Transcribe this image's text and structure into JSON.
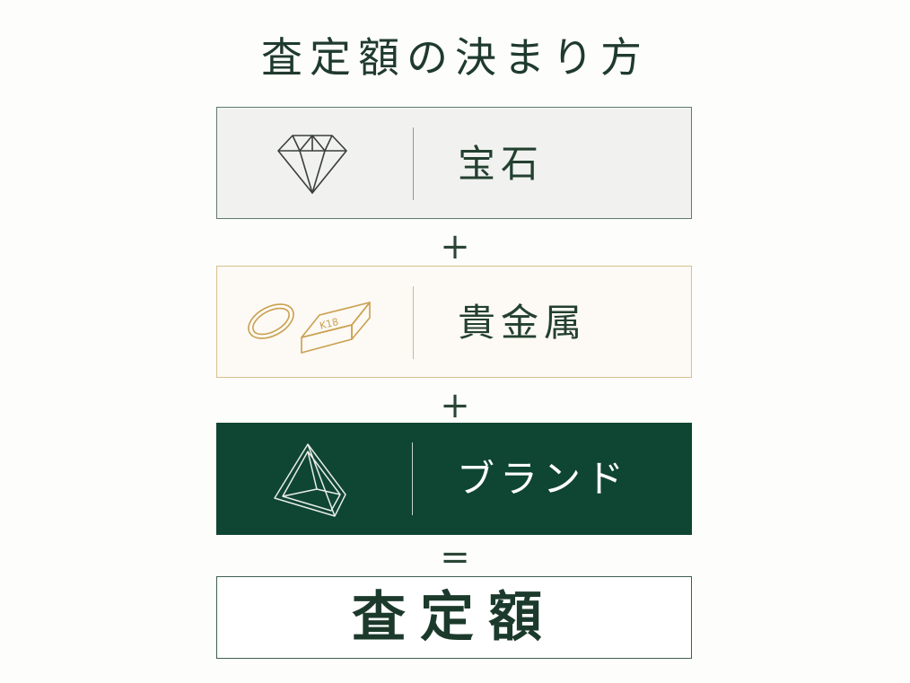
{
  "title": "査定額の決まり方",
  "items": [
    {
      "label": "宝石",
      "icon": "diamond-icon"
    },
    {
      "label": "貴金属",
      "icon": "ring-and-gold-bar-icon",
      "bar_text": "K18"
    },
    {
      "label": "ブランド",
      "icon": "pyramid-icon"
    }
  ],
  "operators": {
    "plus1": "+",
    "plus2": "+",
    "equals": "="
  },
  "result": {
    "label": "査定額"
  },
  "colors": {
    "dark_green": "#0f4533",
    "gold": "#d9bf8f",
    "light_gray": "#f1f2f0",
    "cream": "#fdf9f4"
  }
}
